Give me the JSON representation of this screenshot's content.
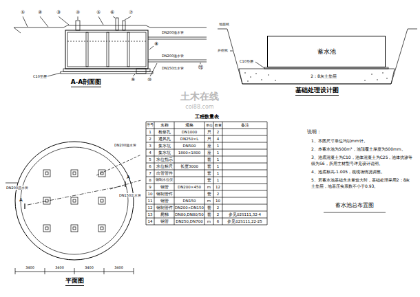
{
  "diagram": {
    "title": "蓄水池总布置图",
    "nodes": [
      {
        "text": [
          "蓄水池"
        ]
      }
    ],
    "labels": [
      "A-A剖面图",
      "①",
      "②",
      "③",
      "④",
      "⑤",
      "⑥",
      "⑦",
      "⑧",
      "⑨",
      "⑩",
      "⑪",
      "DN200溢水管",
      "DN200溢水管",
      "DN150出水管",
      "C10垫层",
      "基础处理设计图",
      "2：8灰土垫层",
      "C10垫层",
      "地面线",
      "开挖线",
      "平面图",
      "DN200溢水管",
      "DN150出水管",
      "DN200进水管",
      "A",
      "A",
      "3400",
      "3400",
      "3400",
      "3400",
      "工程数量表",
      "序号",
      "名称",
      "规格",
      "单位",
      "数量",
      "备注",
      "1",
      "检修孔",
      "DN1000",
      "只",
      "2",
      "2",
      "通风孔",
      "DN250×L",
      "只",
      "4",
      "3",
      "集水坑",
      "DN500",
      "座",
      "1",
      "4",
      "集水坑",
      "1800×1800",
      "座",
      "1",
      "5",
      "水位指示",
      "套",
      "1",
      "6",
      "水位标尺",
      "长度3000",
      "套",
      "1",
      "7",
      "出管管件",
      "套",
      "1",
      "8",
      "钢制水位仪",
      "套",
      "1",
      "9",
      "钢管",
      "DN200×450",
      "m",
      "12",
      "10",
      "钢制管件",
      "套",
      "2",
      "11",
      "钢管",
      "DN150",
      "m",
      "10",
      "12",
      "钢制管件",
      "DN200×DN150",
      "套",
      "2",
      "13",
      "爬梯",
      "DN80,DN80/50",
      "套",
      "2",
      "参见02S111,32-4",
      "14",
      "钢管",
      "DN250,DN700",
      "m",
      "6",
      "参见02S111,22-25",
      "说明：",
      "1、本图尺寸单位均以mm计。",
      "2、本蓄水池为500m³，池顶覆土厚度为500mm。",
      "3、池底混凝土为C10，池体混凝土为C25，池体抗渗等级为S6，所用主材型号详见设计说明。",
      "4、池底标高-1.005，视现场情况调整。",
      "5、若蓄水池基础含水量较大时，基础处理采用2：8灰土垫层，地基压实系数不小于0.93。",
      "土木在线",
      "coi88.com"
    ]
  }
}
